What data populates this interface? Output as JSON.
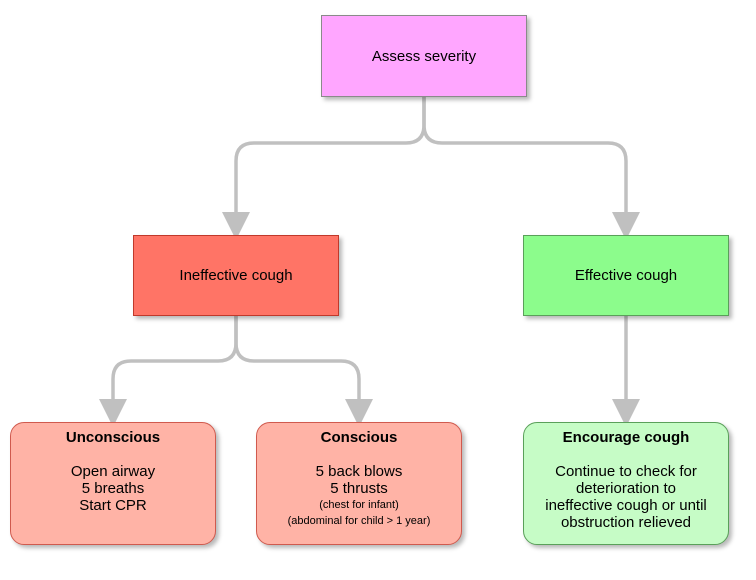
{
  "nodes": {
    "assess": {
      "label": "Assess severity"
    },
    "ineffective": {
      "label": "Ineffective cough"
    },
    "effective": {
      "label": "Effective cough"
    },
    "unconscious": {
      "title": "Unconscious",
      "lines": [
        "Open airway",
        "5 breaths",
        "Start CPR"
      ]
    },
    "conscious": {
      "title": "Conscious",
      "lines": [
        "5 back blows",
        "5 thrusts"
      ],
      "notes": [
        "(chest for infant)",
        "(abdominal for child > 1 year)"
      ]
    },
    "encourage": {
      "title": "Encourage cough",
      "lines": [
        "Continue to check for",
        "deterioration to",
        "ineffective cough or until",
        "obstruction relieved"
      ]
    }
  },
  "colors": {
    "connector": "#c0c0c0",
    "assess_fill": "#ffa6ff",
    "ineffective_fill": "#ff7466",
    "effective_fill": "#8cfc8c",
    "unconscious_fill": "#ffb3a6",
    "conscious_fill": "#ffb3a6",
    "encourage_fill": "#c6fcc6"
  }
}
